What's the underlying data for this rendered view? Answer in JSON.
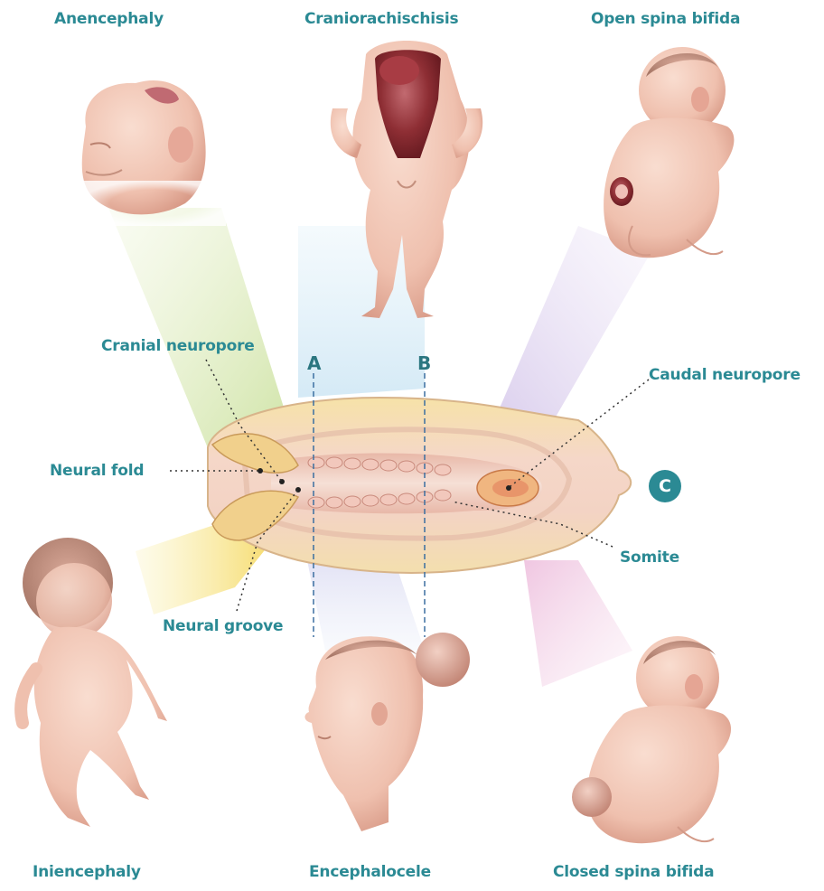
{
  "defects": {
    "anencephaly": "Anencephaly",
    "craniorachischisis": "Craniorachischisis",
    "open_spina_bifida": "Open spina bifida",
    "iniencephaly": "Iniencephaly",
    "encephalocele": "Encephalocele",
    "closed_spina_bifida": "Closed spina bifida"
  },
  "embryo_labels": {
    "cranial_neuropore": "Cranial neuropore",
    "caudal_neuropore": "Caudal neuropore",
    "neural_fold": "Neural fold",
    "neural_groove": "Neural groove",
    "somite": "Somite"
  },
  "section_markers": {
    "a": "A",
    "b": "B",
    "c": "C"
  },
  "colors": {
    "label_teal": "#2b8a94",
    "skin": "#f3c9b8",
    "beam_green": "#d3e6a8",
    "beam_blue": "#d5e9f5",
    "beam_purple": "#ddd0ee",
    "beam_yellow": "#f5e27a",
    "beam_pink": "#f1cde4"
  }
}
